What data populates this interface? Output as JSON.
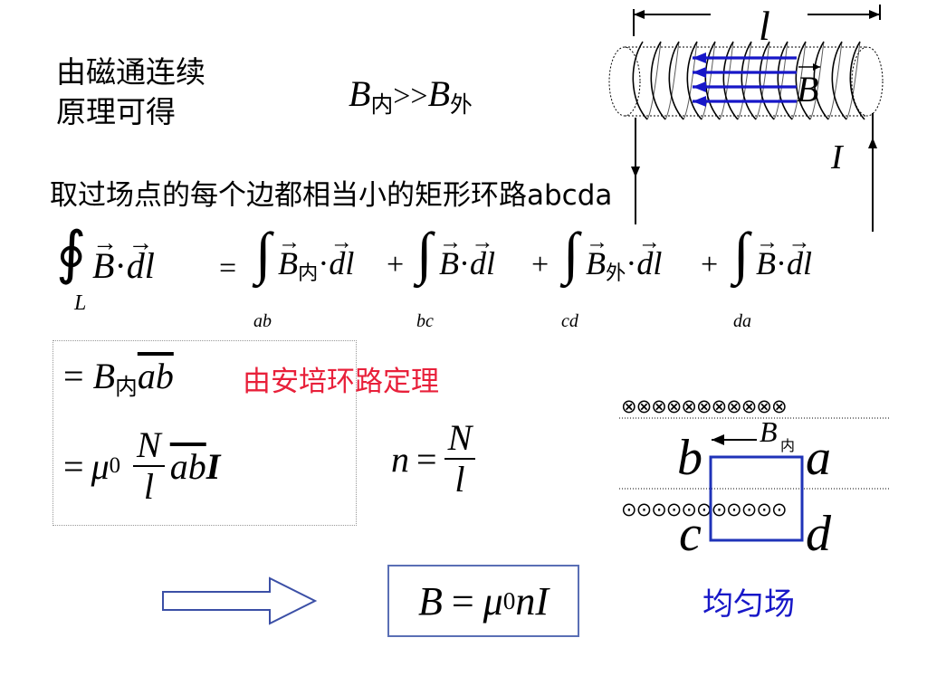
{
  "texts": {
    "intro_line1": "由磁通连续",
    "intro_line2": "原理可得",
    "rect_loop": "取过场点的每个边都相当小的矩形环路abcda",
    "ampere": "由安培环路定理",
    "uniform": "均匀场"
  },
  "inequality": {
    "lhs": "B",
    "lhs_sub": "内",
    "op": ">>",
    "rhs": "B",
    "rhs_sub": "外"
  },
  "integral": {
    "lhs_vec": "B",
    "lhs_dl": "dl",
    "lhs_path": "L",
    "eq": "=",
    "plus": "+",
    "dot": "·",
    "terms": [
      {
        "vec": "B",
        "sub": "内",
        "path": "ab"
      },
      {
        "vec": "B",
        "sub": "",
        "path": "bc"
      },
      {
        "vec": "B",
        "sub": "外",
        "path": "cd"
      },
      {
        "vec": "B",
        "sub": "",
        "path": "da"
      }
    ]
  },
  "step1": {
    "eq": "=",
    "B": "B",
    "sub": "内",
    "seg": "ab"
  },
  "step2": {
    "eq": "=",
    "mu": "μ",
    "mu_sub": "0",
    "num": "N",
    "den": "l",
    "seg": "ab",
    "I": "I"
  },
  "n_def": {
    "lhs": "n",
    "eq": "=",
    "num": "N",
    "den": "l"
  },
  "result": {
    "B": "B",
    "eq": "=",
    "mu": "μ",
    "mu_sub": "0",
    "n": "n",
    "I": "I"
  },
  "solenoid": {
    "length_label": "l",
    "field_label": "B",
    "current_label": "I"
  },
  "loop": {
    "top_row": "⊗⊗⊗⊗⊗⊗⊗⊗⊗⊗⊗",
    "bottom_row": "⊙⊙⊙⊙⊙⊙⊙⊙⊙⊙⊙",
    "field_label": "B",
    "field_sub": "内",
    "corner_a": "a",
    "corner_b": "b",
    "corner_c": "c",
    "corner_d": "d"
  },
  "colors": {
    "red": "#e8203a",
    "blue": "#1717c8",
    "loop_blue": "#1f33b8"
  }
}
